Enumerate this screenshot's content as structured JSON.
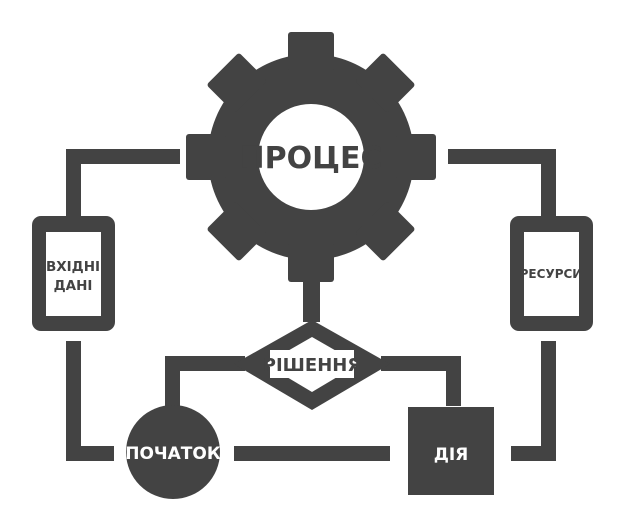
{
  "labels": {
    "process": "ПРОЦЕС",
    "input_line1": "ВХІДНІ",
    "input_line2": "ДАНІ",
    "resources": "РЕСУРСИ",
    "decision": "РІШЕННЯ",
    "start": "ПОЧАТОК",
    "action": "ДІЯ"
  },
  "colors": {
    "shape": "#434343",
    "text_on_dark": "#ffffff",
    "text_on_light": "#434343",
    "background": "#ffffff"
  },
  "icons": {
    "process_gear": "gear-icon",
    "input_panel": "document-icon",
    "resources_panel": "document-icon",
    "decision_shape": "diamond-icon",
    "start_shape": "circle-icon",
    "action_shape": "square-icon"
  }
}
